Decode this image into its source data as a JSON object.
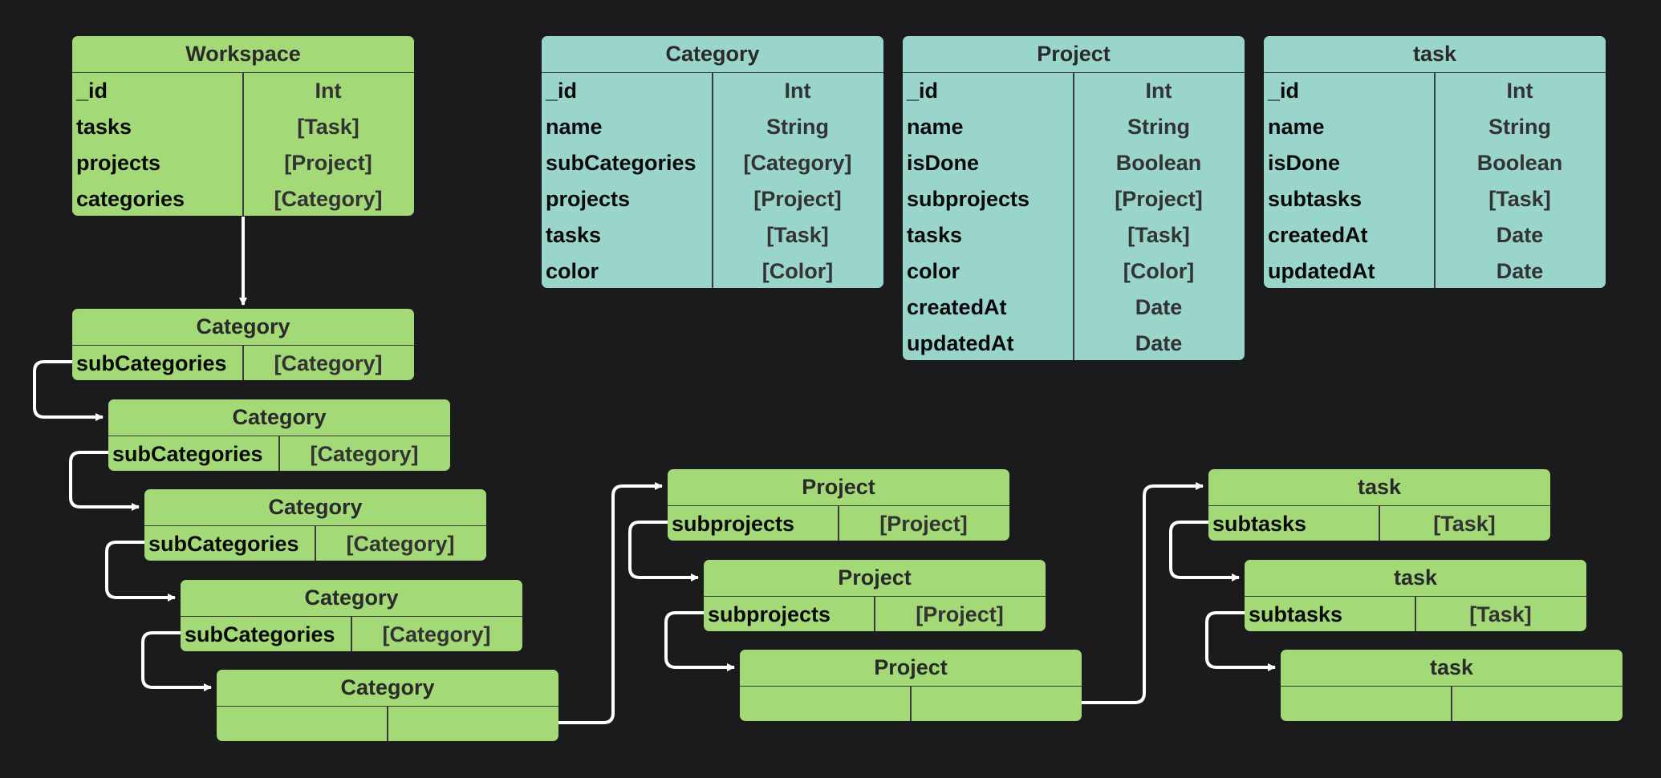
{
  "workspace": {
    "title": "Workspace",
    "fields": [
      {
        "name": "_id",
        "type": "Int"
      },
      {
        "name": "tasks",
        "type": "[Task]"
      },
      {
        "name": "projects",
        "type": "[Project]"
      },
      {
        "name": "categories",
        "type": "[Category]"
      }
    ]
  },
  "category_schema": {
    "title": "Category",
    "fields": [
      {
        "name": "_id",
        "type": "Int"
      },
      {
        "name": "name",
        "type": "String"
      },
      {
        "name": "subCategories",
        "type": "[Category]"
      },
      {
        "name": "projects",
        "type": "[Project]"
      },
      {
        "name": "tasks",
        "type": "[Task]"
      },
      {
        "name": "color",
        "type": "[Color]"
      }
    ]
  },
  "project_schema": {
    "title": "Project",
    "fields": [
      {
        "name": "_id",
        "type": "Int"
      },
      {
        "name": "name",
        "type": "String"
      },
      {
        "name": "isDone",
        "type": "Boolean"
      },
      {
        "name": "subprojects",
        "type": "[Project]"
      },
      {
        "name": "tasks",
        "type": "[Task]"
      },
      {
        "name": "color",
        "type": "[Color]"
      },
      {
        "name": "createdAt",
        "type": "Date"
      },
      {
        "name": "updatedAt",
        "type": "Date"
      }
    ]
  },
  "task_schema": {
    "title": "task",
    "fields": [
      {
        "name": "_id",
        "type": "Int"
      },
      {
        "name": "name",
        "type": "String"
      },
      {
        "name": "isDone",
        "type": "Boolean"
      },
      {
        "name": "subtasks",
        "type": "[Task]"
      },
      {
        "name": "createdAt",
        "type": "Date"
      },
      {
        "name": "updatedAt",
        "type": "Date"
      }
    ]
  },
  "category_chain": [
    {
      "title": "Category",
      "field": {
        "name": "subCategories",
        "type": "[Category]"
      }
    },
    {
      "title": "Category",
      "field": {
        "name": "subCategories",
        "type": "[Category]"
      }
    },
    {
      "title": "Category",
      "field": {
        "name": "subCategories",
        "type": "[Category]"
      }
    },
    {
      "title": "Category",
      "field": {
        "name": "subCategories",
        "type": "[Category]"
      }
    },
    {
      "title": "Category",
      "field": {
        "name": "",
        "type": ""
      }
    }
  ],
  "project_chain": [
    {
      "title": "Project",
      "field": {
        "name": "subprojects",
        "type": "[Project]"
      }
    },
    {
      "title": "Project",
      "field": {
        "name": "subprojects",
        "type": "[Project]"
      }
    },
    {
      "title": "Project",
      "field": {
        "name": "",
        "type": ""
      }
    }
  ],
  "task_chain": [
    {
      "title": "task",
      "field": {
        "name": "subtasks",
        "type": "[Task]"
      }
    },
    {
      "title": "task",
      "field": {
        "name": "subtasks",
        "type": "[Task]"
      }
    },
    {
      "title": "task",
      "field": {
        "name": "",
        "type": ""
      }
    }
  ],
  "colors": {
    "background": "#1b1b1d",
    "table_green": "#a3d977",
    "table_teal": "#99d5cb",
    "connector": "#ffffff"
  }
}
